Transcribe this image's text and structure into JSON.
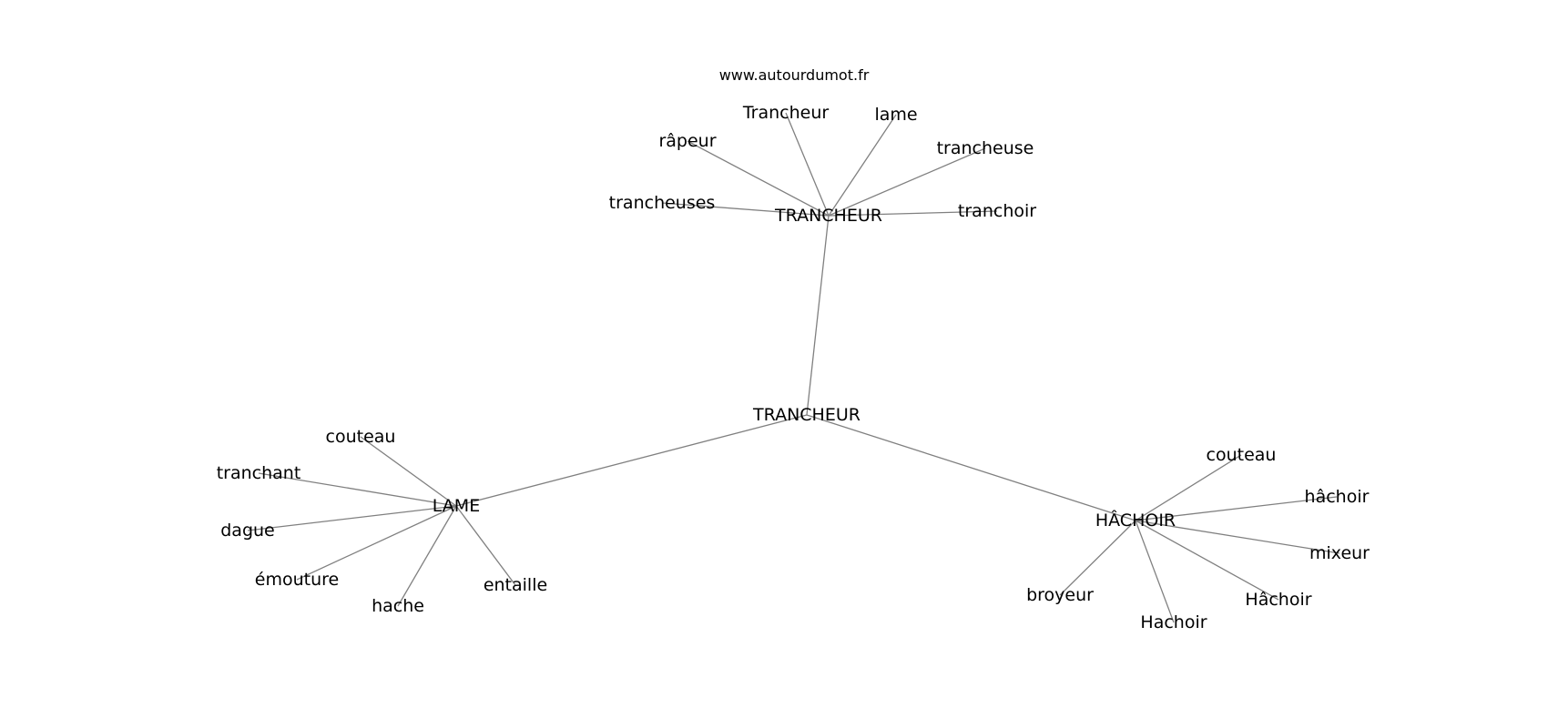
{
  "source": "www.autourdumot.fr",
  "nodes": [
    {
      "id": "root",
      "label": "TRANCHEUR"
    },
    {
      "id": "trancheur2",
      "label": "TRANCHEUR"
    },
    {
      "id": "lame_hub",
      "label": "LAME"
    },
    {
      "id": "hachoir_hub",
      "label": "HÂCHOIR"
    },
    {
      "id": "t_trancheur",
      "label": "Trancheur"
    },
    {
      "id": "t_lame",
      "label": "lame"
    },
    {
      "id": "t_rapeur",
      "label": "râpeur"
    },
    {
      "id": "t_trancheuse",
      "label": "trancheuse"
    },
    {
      "id": "t_trancheuses",
      "label": "trancheuses"
    },
    {
      "id": "t_tranchoir",
      "label": "tranchoir"
    },
    {
      "id": "l_couteau",
      "label": "couteau"
    },
    {
      "id": "l_tranchant",
      "label": "tranchant"
    },
    {
      "id": "l_dague",
      "label": "dague"
    },
    {
      "id": "l_emouture",
      "label": "émouture"
    },
    {
      "id": "l_hache",
      "label": "hache"
    },
    {
      "id": "l_entaille",
      "label": "entaille"
    },
    {
      "id": "h_couteau",
      "label": "couteau"
    },
    {
      "id": "h_hachoir_lc",
      "label": "hâchoir"
    },
    {
      "id": "h_mixeur",
      "label": "mixeur"
    },
    {
      "id": "h_broyeur",
      "label": "broyeur"
    },
    {
      "id": "h_hachoir_cap",
      "label": "Hâchoir"
    },
    {
      "id": "h_hachoir_plain",
      "label": "Hachoir"
    }
  ],
  "edges": [
    [
      "root",
      "trancheur2"
    ],
    [
      "root",
      "lame_hub"
    ],
    [
      "root",
      "hachoir_hub"
    ],
    [
      "trancheur2",
      "t_trancheur"
    ],
    [
      "trancheur2",
      "t_lame"
    ],
    [
      "trancheur2",
      "t_rapeur"
    ],
    [
      "trancheur2",
      "t_trancheuse"
    ],
    [
      "trancheur2",
      "t_trancheuses"
    ],
    [
      "trancheur2",
      "t_tranchoir"
    ],
    [
      "lame_hub",
      "l_couteau"
    ],
    [
      "lame_hub",
      "l_tranchant"
    ],
    [
      "lame_hub",
      "l_dague"
    ],
    [
      "lame_hub",
      "l_emouture"
    ],
    [
      "lame_hub",
      "l_hache"
    ],
    [
      "lame_hub",
      "l_entaille"
    ],
    [
      "hachoir_hub",
      "h_couteau"
    ],
    [
      "hachoir_hub",
      "h_hachoir_lc"
    ],
    [
      "hachoir_hub",
      "h_mixeur"
    ],
    [
      "hachoir_hub",
      "h_broyeur"
    ],
    [
      "hachoir_hub",
      "h_hachoir_cap"
    ],
    [
      "hachoir_hub",
      "h_hachoir_plain"
    ]
  ]
}
